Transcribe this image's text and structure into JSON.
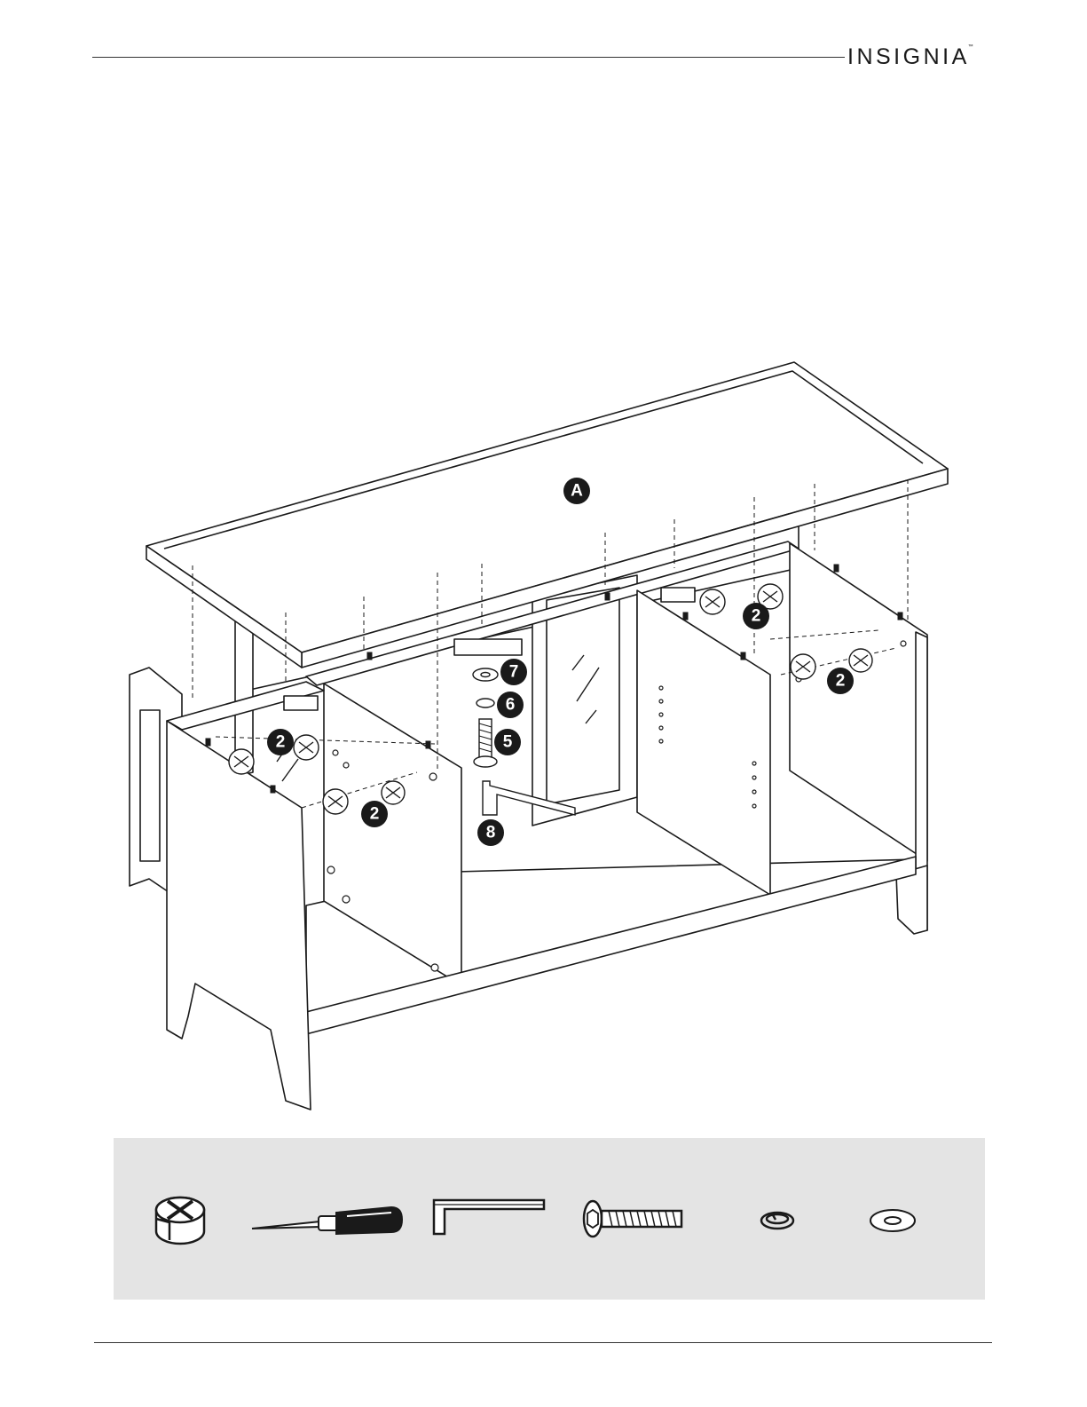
{
  "header": {
    "brand": "INSIGNIA",
    "trademark": "™"
  },
  "callouts": {
    "panel_a": "A",
    "cam_lock": "2",
    "screw": "5",
    "lock_washer": "6",
    "flat_washer": "7",
    "hex_key": "8"
  },
  "parts_strip": {
    "icons": [
      "cam-lock-icon",
      "phillips-screwdriver-icon",
      "hex-key-icon",
      "hex-bolt-icon",
      "lock-washer-icon",
      "flat-washer-icon"
    ]
  },
  "colors": {
    "line": "#1a1a1a",
    "strip_background": "#e4e4e4",
    "callout_fill": "#1a1a1a"
  }
}
